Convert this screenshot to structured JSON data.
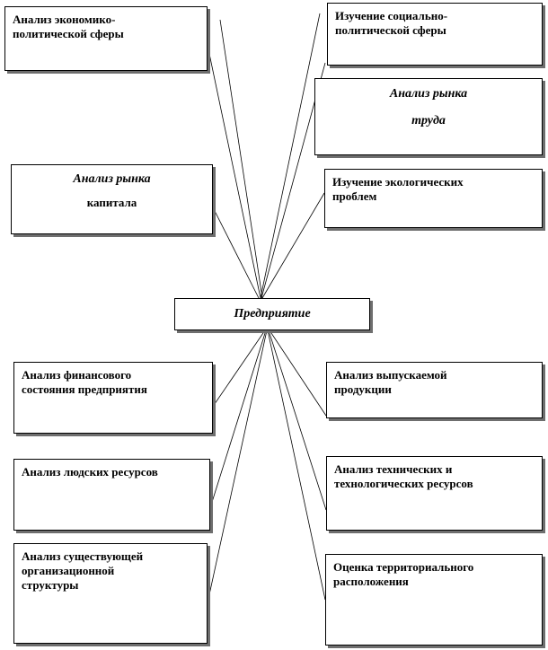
{
  "diagram": {
    "center": {
      "label": "Предприятие"
    },
    "top_left": [
      {
        "id": "econ",
        "lines": [
          "Анализ экономико-",
          "политической сферы"
        ]
      },
      {
        "id": "capital",
        "lines": [
          "Анализ рынка",
          "капитала"
        ]
      }
    ],
    "top_right": [
      {
        "id": "social",
        "lines": [
          "Изучение социально-",
          "политической сферы"
        ]
      },
      {
        "id": "labor",
        "lines": [
          "Анализ рынка",
          "труда"
        ]
      },
      {
        "id": "ecology",
        "lines": [
          "Изучение экологических",
          "проблем"
        ]
      }
    ],
    "bottom_left": [
      {
        "id": "finance",
        "lines": [
          "Анализ финансового",
          "состояния предприятия"
        ]
      },
      {
        "id": "people",
        "lines": [
          "Анализ людских ресурсов"
        ]
      },
      {
        "id": "org",
        "lines": [
          "Анализ существующей",
          "организационной",
          "структуры"
        ]
      }
    ],
    "bottom_right": [
      {
        "id": "products",
        "lines": [
          "Анализ выпускаемой",
          "продукции"
        ]
      },
      {
        "id": "tech",
        "lines": [
          "Анализ технических и",
          "технологических ресурсов"
        ]
      },
      {
        "id": "territory",
        "lines": [
          "Оценка территориального",
          "расположения"
        ]
      }
    ],
    "colors": {
      "border": "#000000",
      "shadow": "#6e6e6e",
      "line": "#000000"
    }
  }
}
